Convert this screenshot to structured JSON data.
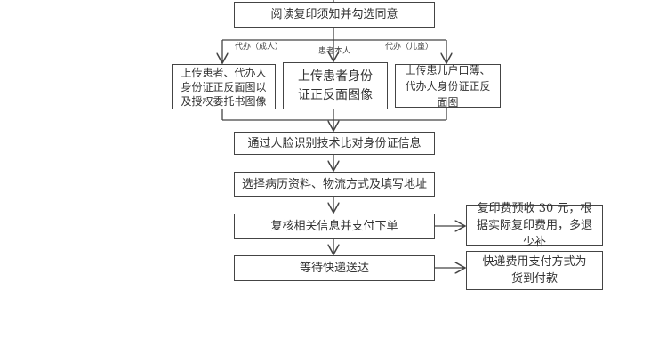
{
  "steps": {
    "read": "阅读复印须知并勾选同意",
    "face": "通过人脸识别技术比对身份证信息",
    "select": "选择病历资料、物流方式及填写地址",
    "pay": "复核相关信息并支付下单",
    "wait": "等待快递送达"
  },
  "branches": {
    "adult_label": "代办（成人）",
    "self_label": "患者本人",
    "child_label": "代办（儿童）",
    "adult": "上传患者、代办人身份证正反面图以及授权委托书图像",
    "self": "上传患者身份证正反面图像",
    "child": "上传患儿户口薄、代办人身份证正反面图"
  },
  "notes": {
    "fee": "复印费预收 30 元，根据实际复印费用，多退少补",
    "express": "快递费用支付方式为货到付款"
  }
}
